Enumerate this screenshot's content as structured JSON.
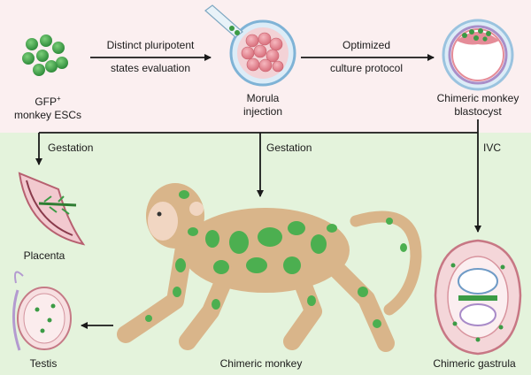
{
  "labels": {
    "esc_line1": "GFP",
    "esc_sup": "+",
    "esc_line2": "monkey ESCs",
    "step1_line1": "Distinct pluripotent",
    "step1_line2": "states evaluation",
    "morula_line1": "Morula",
    "morula_line2": "injection",
    "step2_line1": "Optimized",
    "step2_line2": "culture protocol",
    "blasto_line1": "Chimeric monkey",
    "blasto_line2": "blastocyst",
    "gestation_left": "Gestation",
    "gestation_mid": "Gestation",
    "ivc": "IVC",
    "placenta": "Placenta",
    "testis": "Testis",
    "monkey": "Chimeric monkey",
    "gastrula": "Chimeric gastrula"
  },
  "colors": {
    "top_band": "#fbeff0",
    "bottom_band": "#e4f3dc",
    "gfp_green": "#4caf50",
    "dark_green": "#2e7d32",
    "monkey_fur": "#d9b58a",
    "monkey_skin": "#f1d6c2",
    "embryo_pink": "#e88f9a",
    "arrow": "#1a1a1a"
  }
}
